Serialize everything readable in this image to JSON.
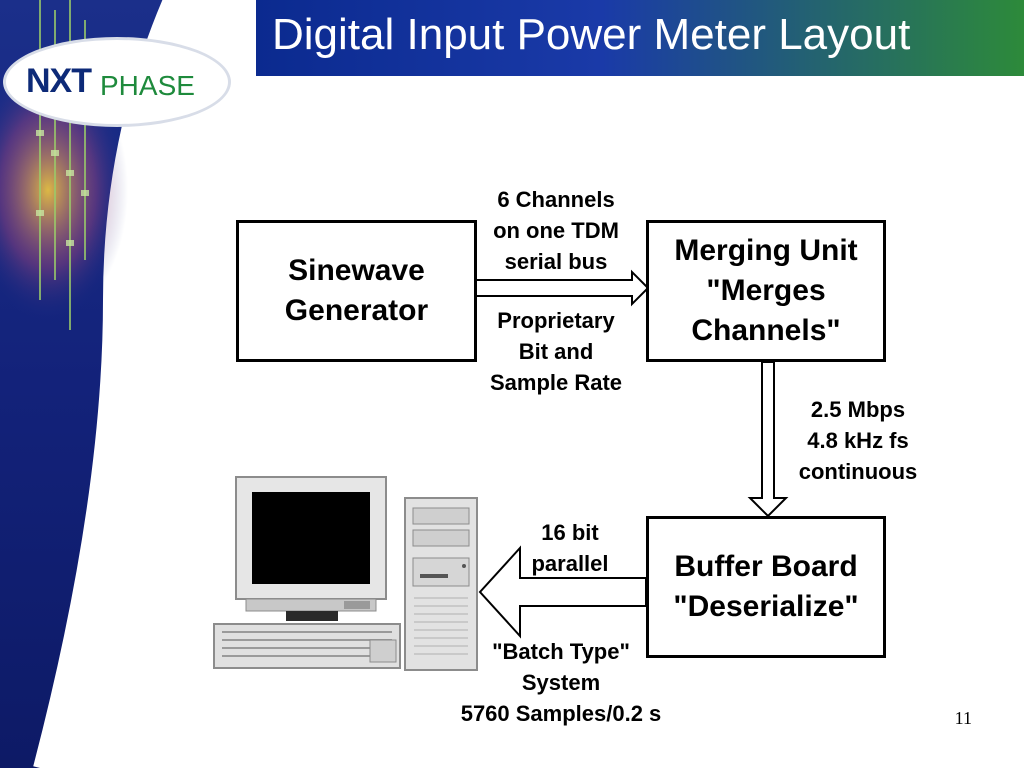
{
  "slide": {
    "title": "Digital Input Power Meter Layout",
    "page_number": "11"
  },
  "logo": {
    "part1": "NXT",
    "part2": "PHASE"
  },
  "boxes": {
    "sinewave": [
      "Sinewave",
      "Generator"
    ],
    "merging": [
      "Merging Unit",
      "\"Merges",
      "Channels\""
    ],
    "buffer": [
      "Buffer Board",
      "\"Deserialize\""
    ]
  },
  "labels": {
    "tdm": [
      "6 Channels",
      "on one TDM",
      "serial bus"
    ],
    "proprietary": [
      "Proprietary",
      "Bit and",
      "Sample Rate"
    ],
    "mbps": [
      "2.5 Mbps",
      "4.8 kHz fs",
      "continuous"
    ],
    "parallel": [
      "16 bit",
      "parallel"
    ],
    "batch": [
      "\"Batch Type\"",
      "System",
      "5760 Samples/0.2 s"
    ]
  },
  "colors": {
    "title_blue": "#0b2a8f",
    "title_green": "#2d8a3a",
    "logo_blue": "#0d2a78",
    "logo_green": "#1e8a3c"
  },
  "icons": [
    "computer-icon"
  ]
}
